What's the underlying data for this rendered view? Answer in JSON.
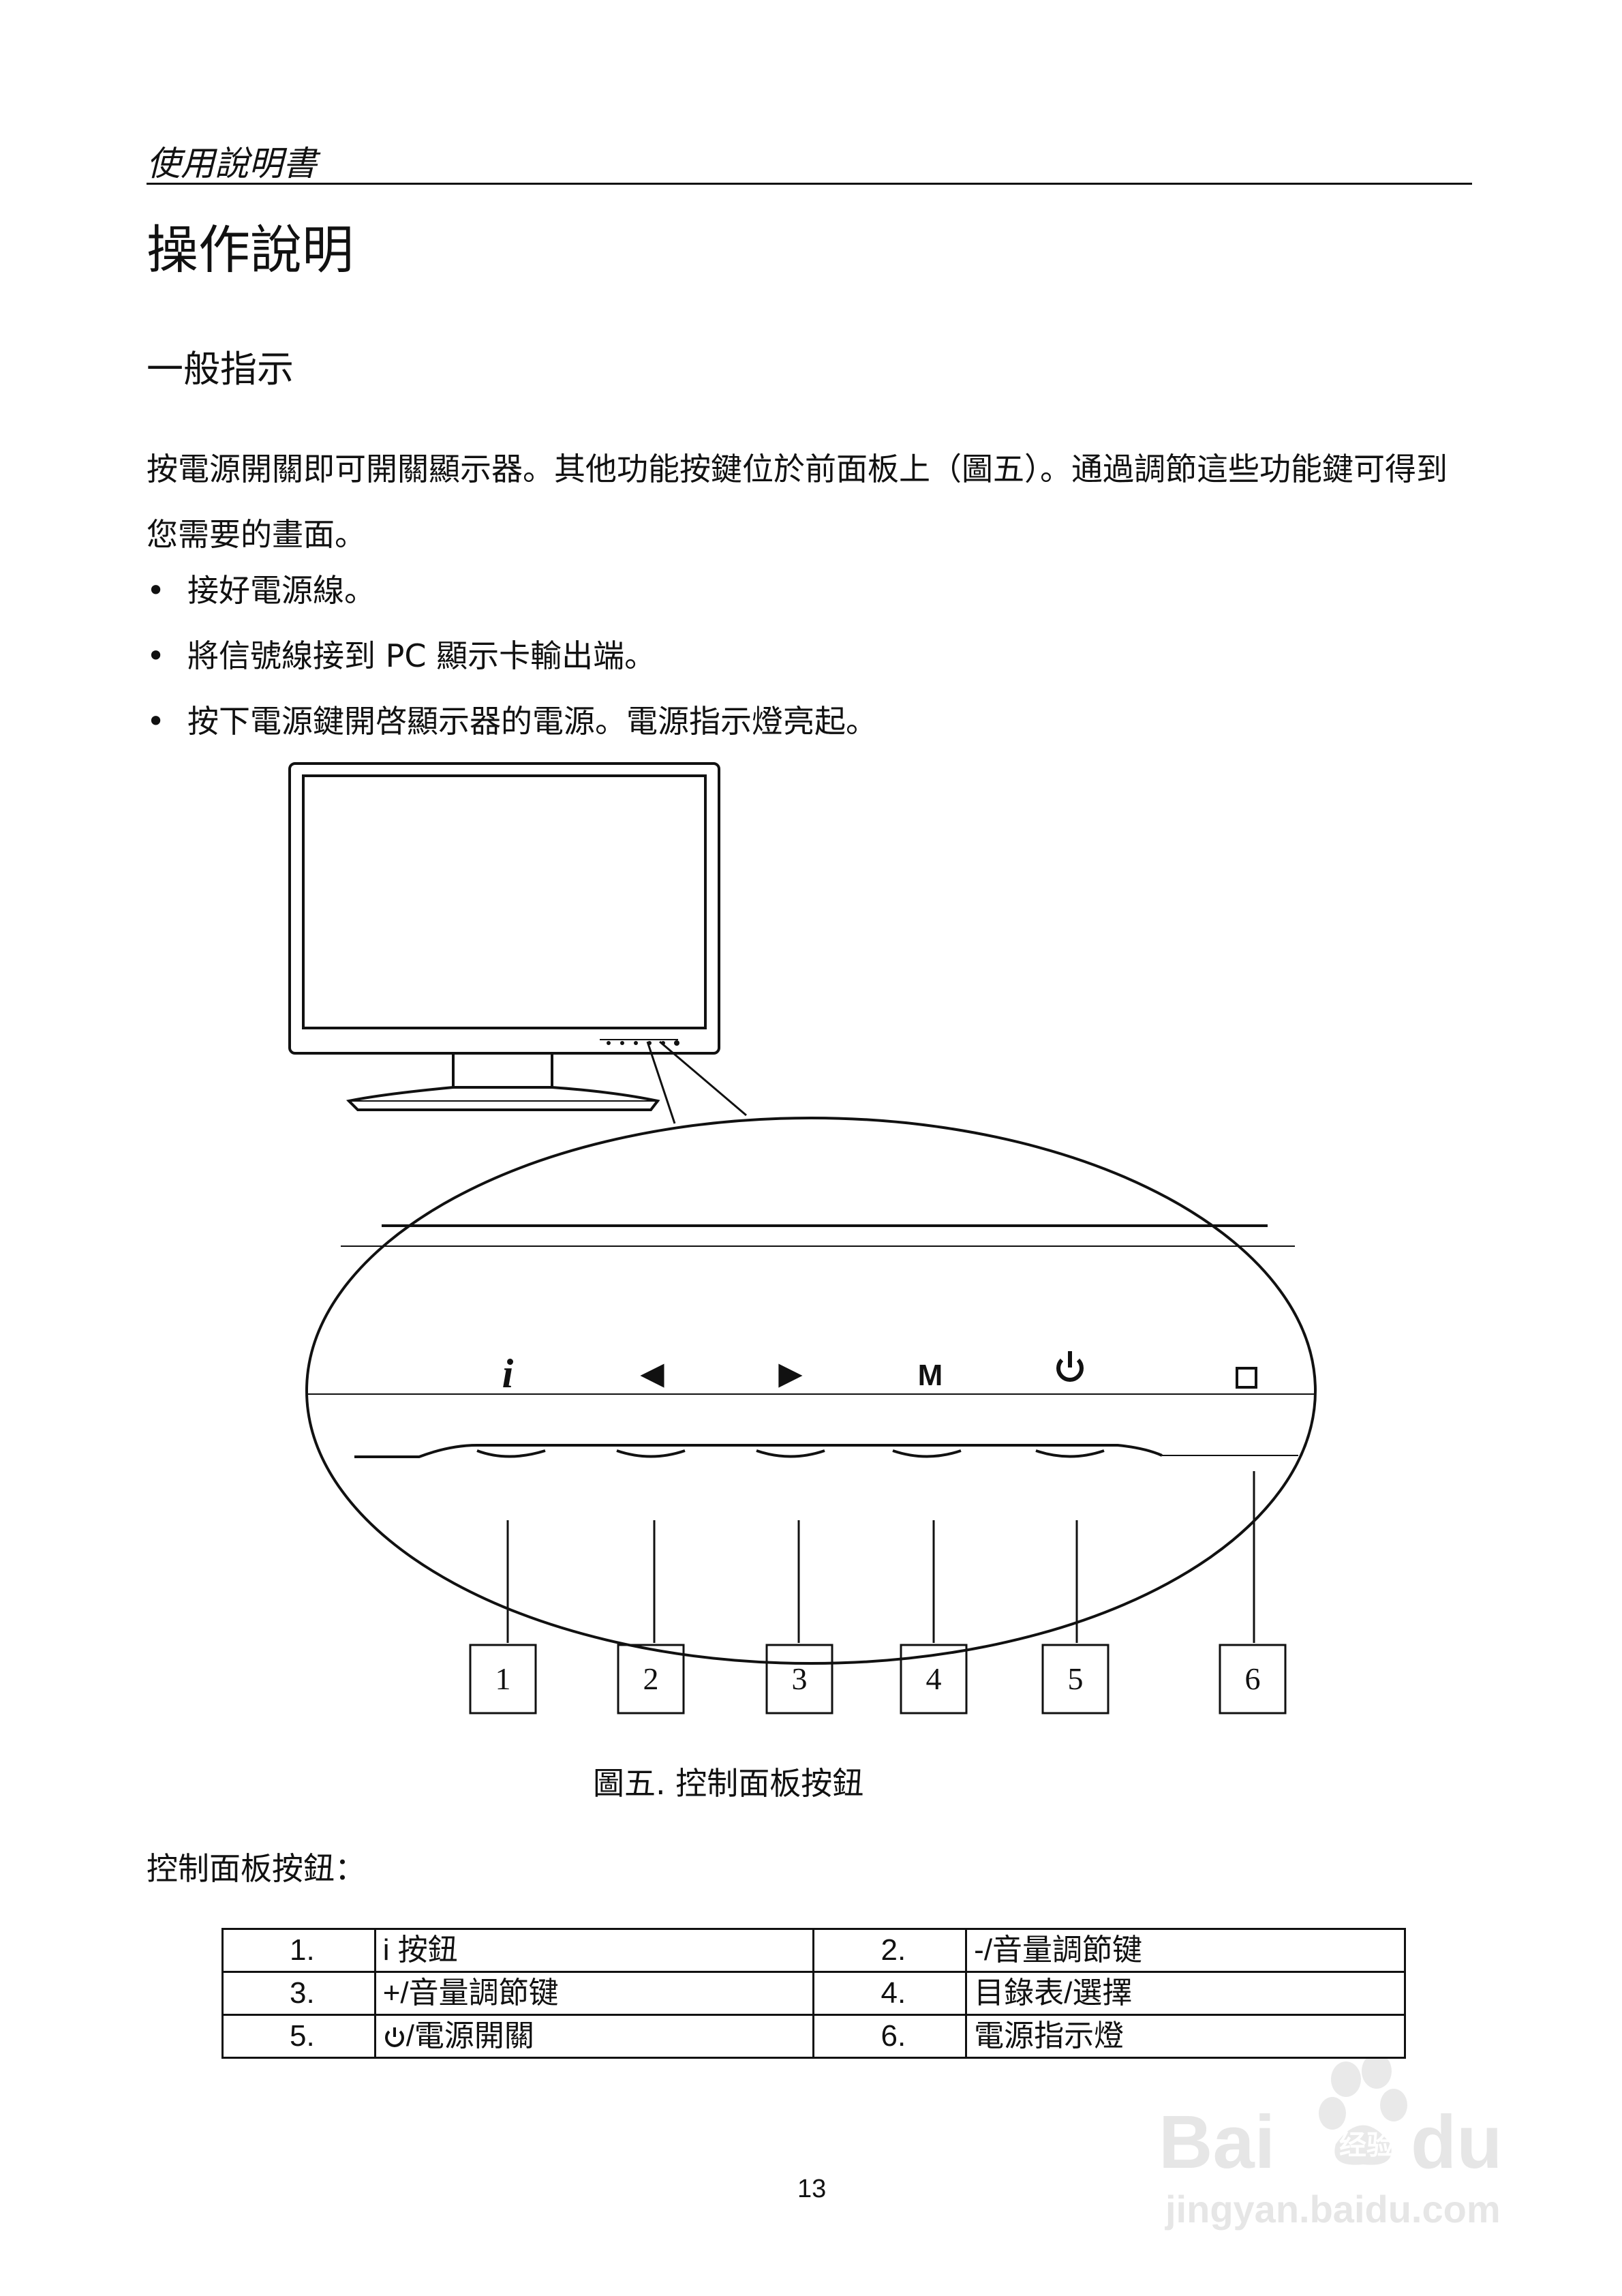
{
  "header": {
    "running_title": "使用說明書"
  },
  "title": "操作說明",
  "subtitle": "一般指示",
  "intro": "按電源開關即可開關顯示器。其他功能按鍵位於前面板上（圖五）。通過調節這些功能鍵可得到您需要的畫面。",
  "bullets": [
    "接好電源線。",
    "將信號線接到 PC 顯示卡輸出端。",
    "按下電源鍵開啓顯示器的電源。電源指示燈亮起。"
  ],
  "figure": {
    "button_icons": [
      "info-icon",
      "triangle-left-icon",
      "triangle-right-icon",
      "menu-m-icon",
      "power-icon",
      "indicator-square-icon"
    ],
    "glyphs": {
      "info": "i",
      "left": "◀",
      "right": "▶",
      "menu": "M"
    },
    "callouts": [
      "1",
      "2",
      "3",
      "4",
      "5",
      "6"
    ],
    "caption": "圖五.  控制面板按鈕"
  },
  "table_title": "控制面板按鈕：",
  "button_table": [
    [
      {
        "num": "1.",
        "desc": "i  按鈕"
      },
      {
        "num": "2.",
        "desc": "-/音量調節键"
      }
    ],
    [
      {
        "num": "3.",
        "desc": "+/音量調節键"
      },
      {
        "num": "4.",
        "desc": "目錄表/選擇"
      }
    ],
    [
      {
        "num": "5.",
        "desc": "/電源開關",
        "icon": "power-icon"
      },
      {
        "num": "6.",
        "desc": "電源指示燈"
      }
    ]
  ],
  "page_number": "13",
  "watermark": {
    "brand": "Bai",
    "brand2": "du",
    "cn": "经验",
    "url": "jingyan.baidu.com"
  }
}
